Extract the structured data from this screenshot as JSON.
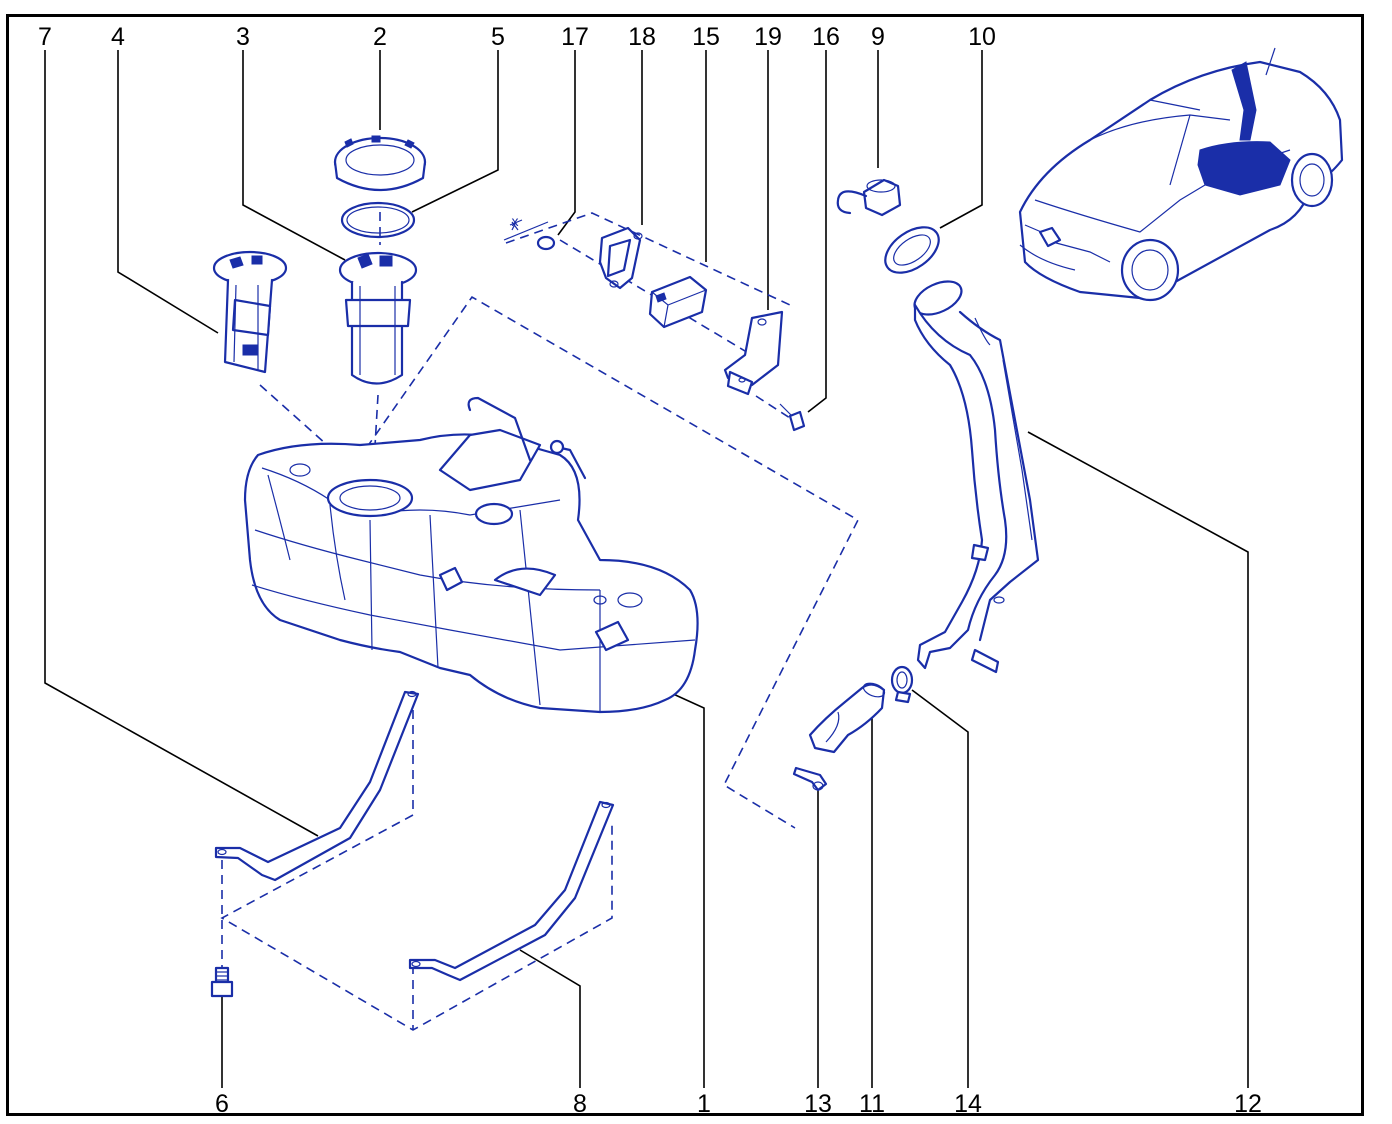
{
  "diagram": {
    "part_numbers": {
      "p1": "1",
      "p2": "2",
      "p3": "3",
      "p4": "4",
      "p5": "5",
      "p6": "6",
      "p7": "7",
      "p8": "8",
      "p9": "9",
      "p10": "10",
      "p11": "11",
      "p12": "12",
      "p13": "13",
      "p14": "14",
      "p15": "15",
      "p16": "16",
      "p17": "17",
      "p18": "18",
      "p19": "19"
    },
    "dimension_marker": "x",
    "colors": {
      "line_art": "#1a2ea8",
      "labels": "#000000",
      "frame": "#000000"
    }
  }
}
